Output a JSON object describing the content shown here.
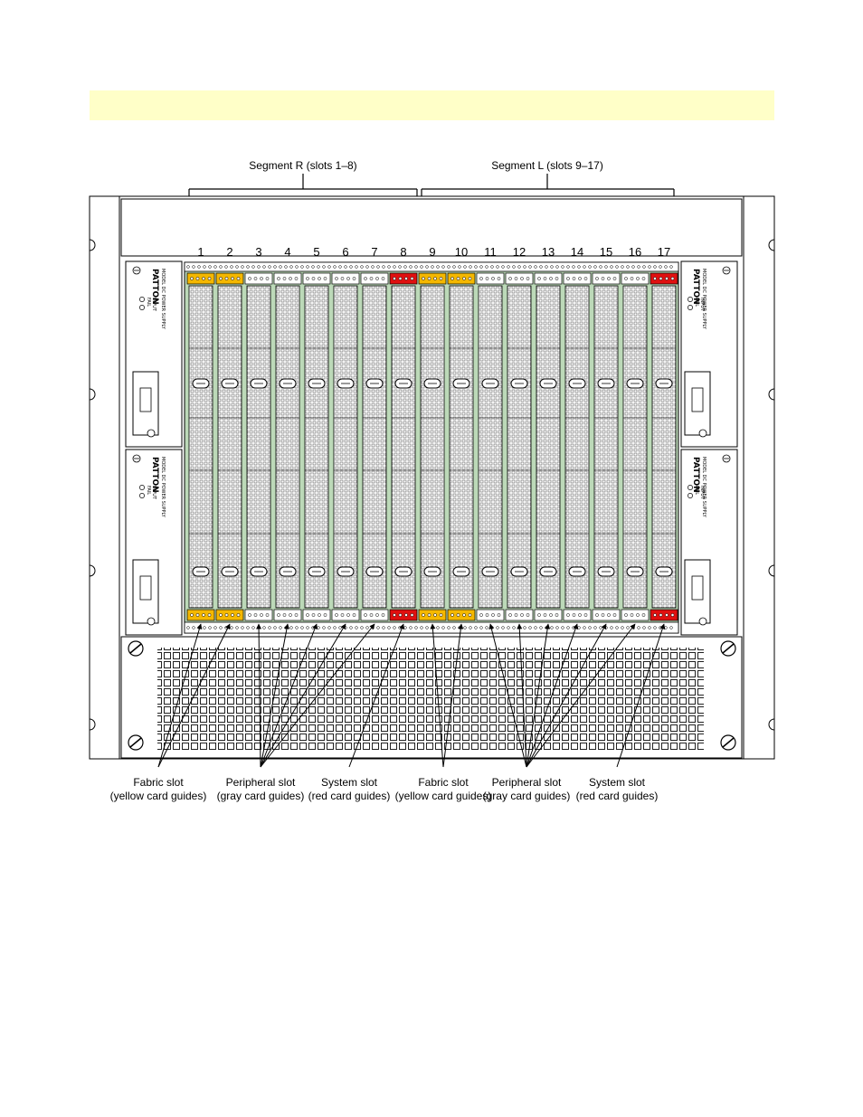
{
  "segments": {
    "right": "Segment R (slots 1–8)",
    "left": "Segment L (slots 9–17)"
  },
  "slot_numbers": [
    "1",
    "2",
    "3",
    "4",
    "5",
    "6",
    "7",
    "8",
    "9",
    "10",
    "11",
    "12",
    "13",
    "14",
    "15",
    "16",
    "17"
  ],
  "callouts": [
    {
      "line1": "Fabric slot",
      "line2": "(yellow card guides)"
    },
    {
      "line1": "Peripheral slot",
      "line2": "(gray card guides)"
    },
    {
      "line1": "System slot",
      "line2": "(red card guides)"
    },
    {
      "line1": "Fabric slot",
      "line2": "(yellow card guides)"
    },
    {
      "line1": "Peripheral slot",
      "line2": "(gray card guides)"
    },
    {
      "line1": "System slot",
      "line2": "(red card guides)"
    }
  ],
  "power_supply": {
    "logo": "PATTON",
    "label": "MODEL DC POWER SUPPLY",
    "led_fail": "FAIL",
    "led_input": "INPUT"
  },
  "slot_types": [
    "yellow",
    "yellow",
    "gray",
    "gray",
    "gray",
    "gray",
    "gray",
    "red",
    "yellow",
    "yellow",
    "gray",
    "gray",
    "gray",
    "gray",
    "gray",
    "gray",
    "red"
  ],
  "colors": {
    "fabric_guide": "#f5b800",
    "system_guide": "#e01010",
    "peripheral_guide": "#ffffff",
    "backplane": "#bcd9b8",
    "note_bar": "#ffffc8"
  }
}
